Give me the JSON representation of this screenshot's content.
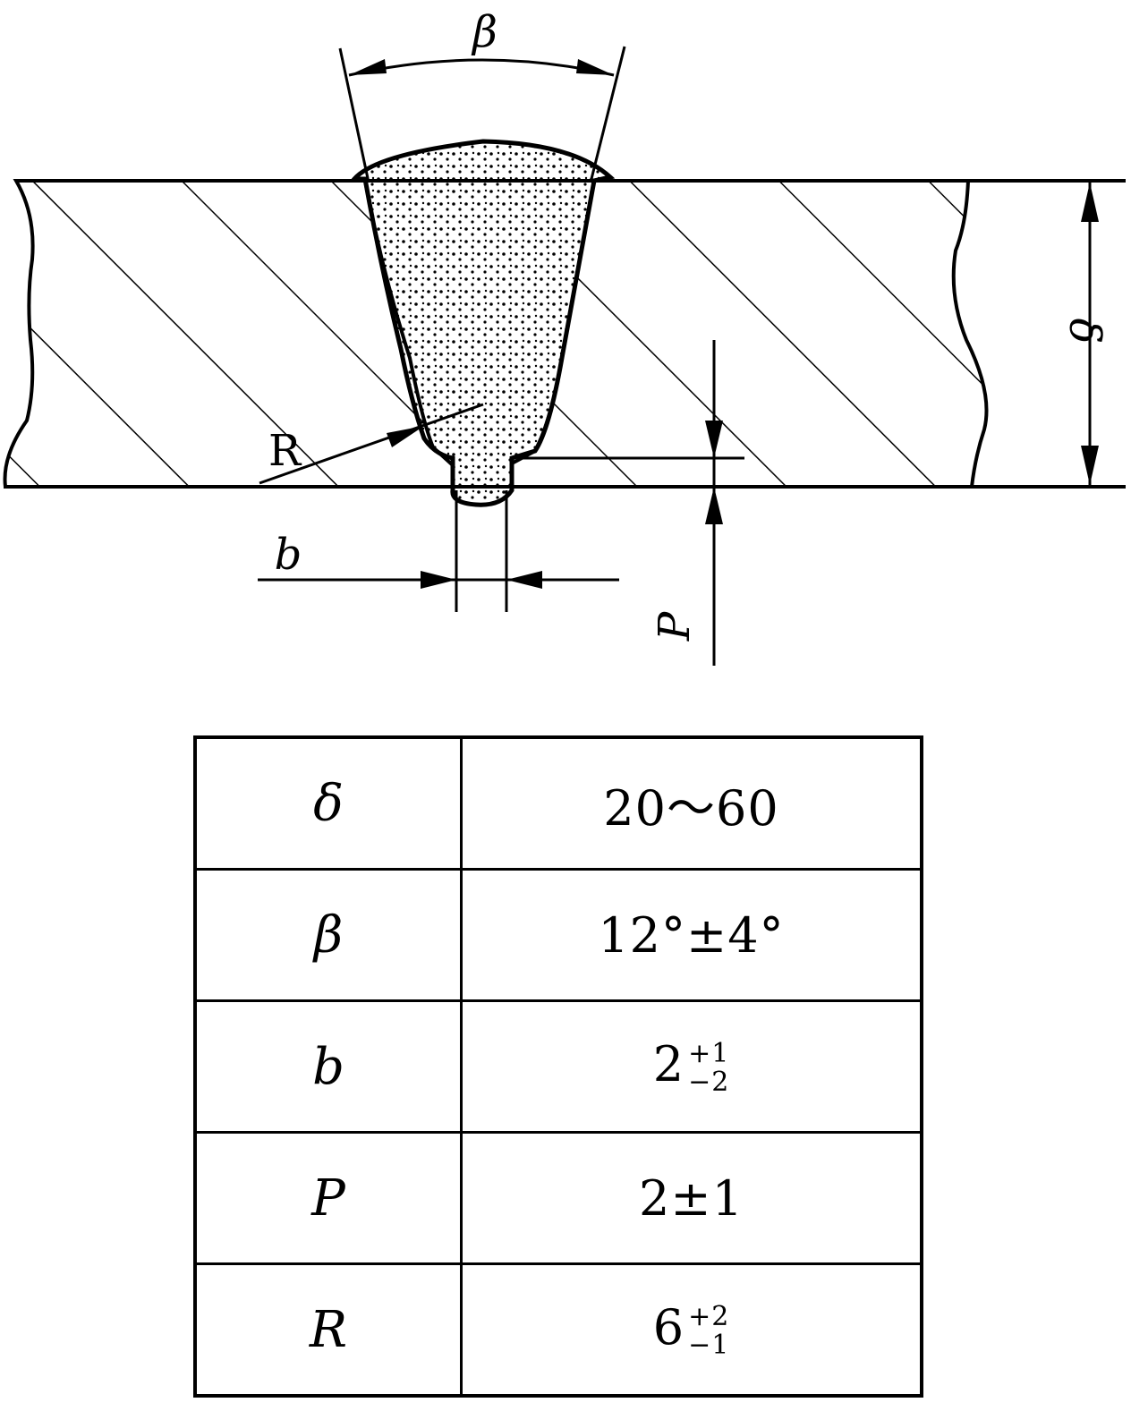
{
  "diagram": {
    "labels": {
      "beta": "β",
      "delta": "δ",
      "R": "R",
      "b": "b",
      "P": "P"
    }
  },
  "table": {
    "rows": [
      {
        "symbol": "δ",
        "value": "20～60"
      },
      {
        "symbol": "β",
        "value": "12°±4°"
      },
      {
        "symbol": "b",
        "value": "2",
        "tol_upper": "+1",
        "tol_lower": "−2"
      },
      {
        "symbol": "P",
        "value": "2±1"
      },
      {
        "symbol": "R",
        "value": "6",
        "tol_upper": "+2",
        "tol_lower": "−1"
      }
    ]
  }
}
